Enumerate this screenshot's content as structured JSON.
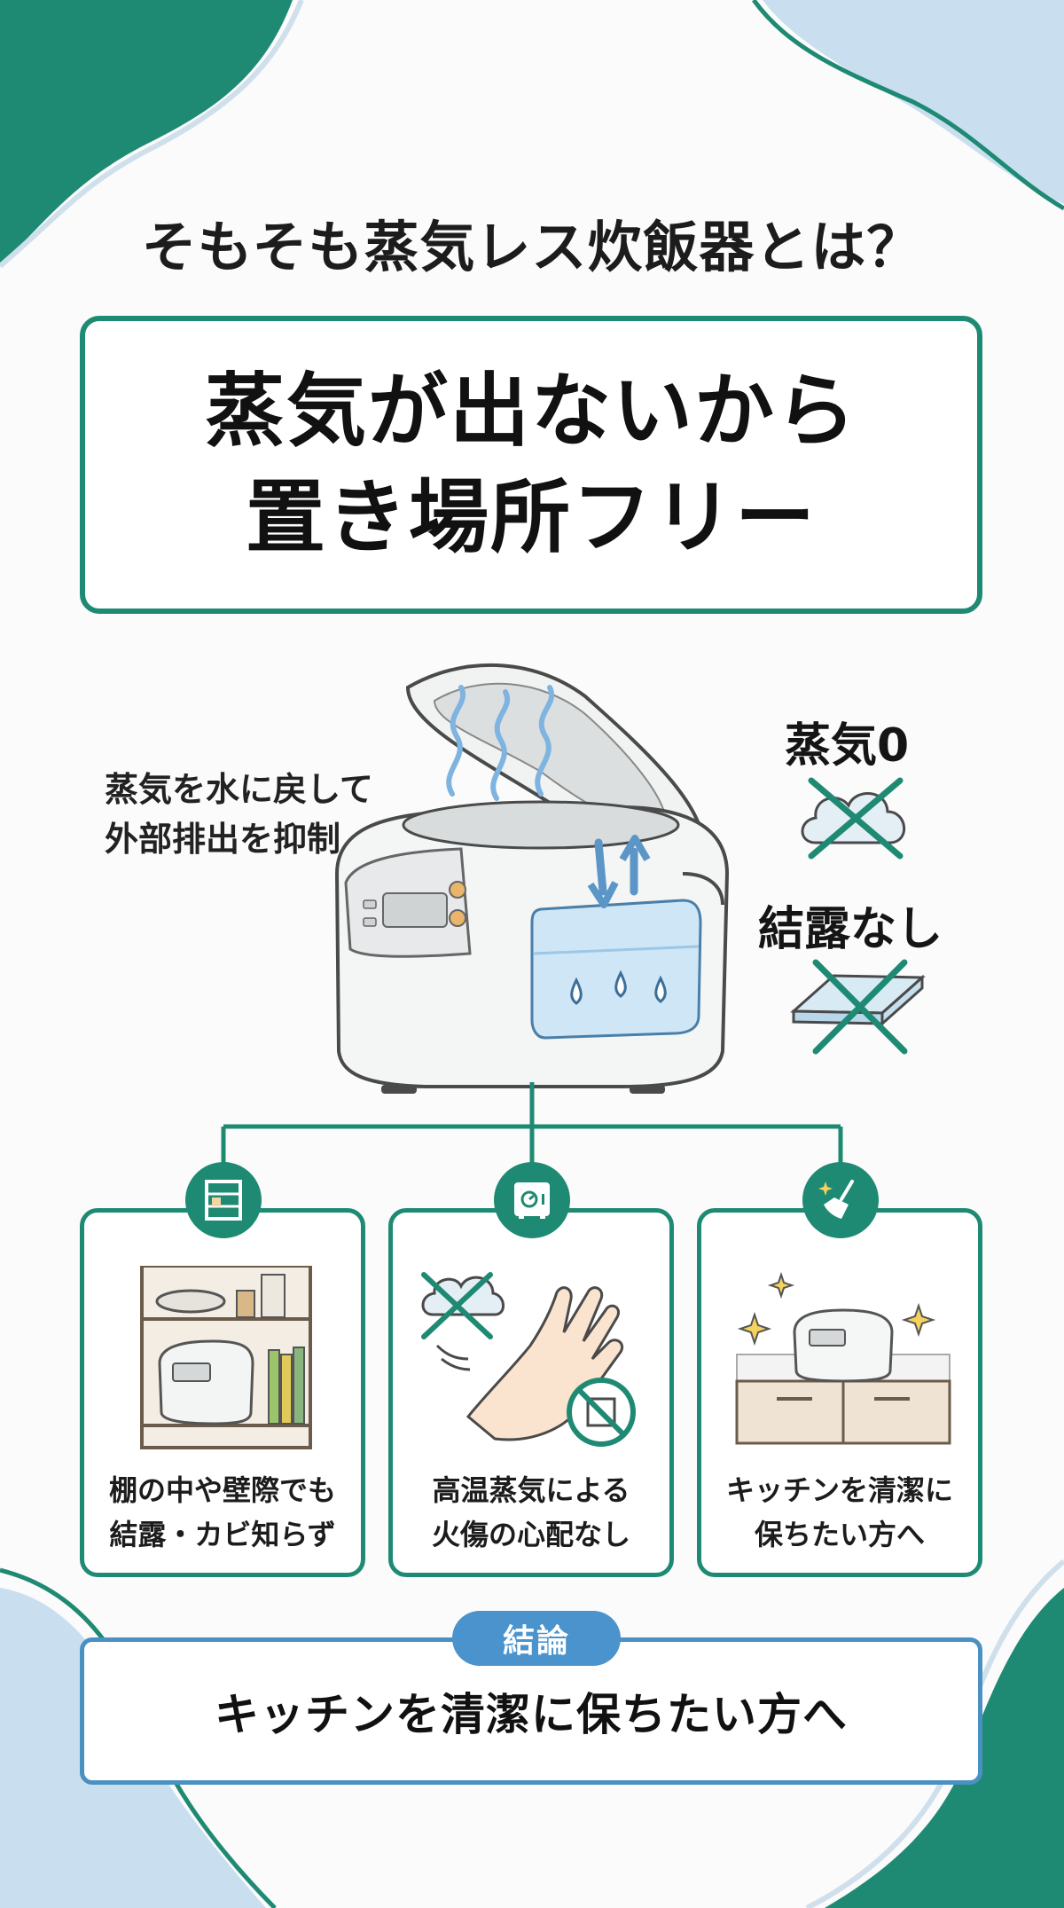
{
  "heading": "そもそも蒸気レス炊飯器とは？",
  "hero": {
    "line1": "蒸気が出ないから",
    "line2": "置き場所フリー"
  },
  "illustration": {
    "caption_line1": "蒸気を水に戻して",
    "caption_line2": "外部排出を抑制",
    "badge_steam": "蒸気0",
    "badge_condensation": "結露なし"
  },
  "features": [
    {
      "icon": "shelf-icon",
      "line1": "棚の中や壁際でも",
      "line2": "結露・カビ知らず"
    },
    {
      "icon": "safe-icon",
      "line1": "高温蒸気による",
      "line2": "火傷の心配なし"
    },
    {
      "icon": "broom-sparkle-icon",
      "line1": "キッチンを清潔に",
      "line2": "保ちたい方へ"
    }
  ],
  "conclusion": {
    "label": "結論",
    "text": "キッチンを清潔に保ちたい方へ"
  },
  "colors": {
    "primary_green": "#1f8a73",
    "accent_blue": "#4a93cc",
    "light_blue": "#c9dff0",
    "water_blue": "#cfe6f6"
  }
}
